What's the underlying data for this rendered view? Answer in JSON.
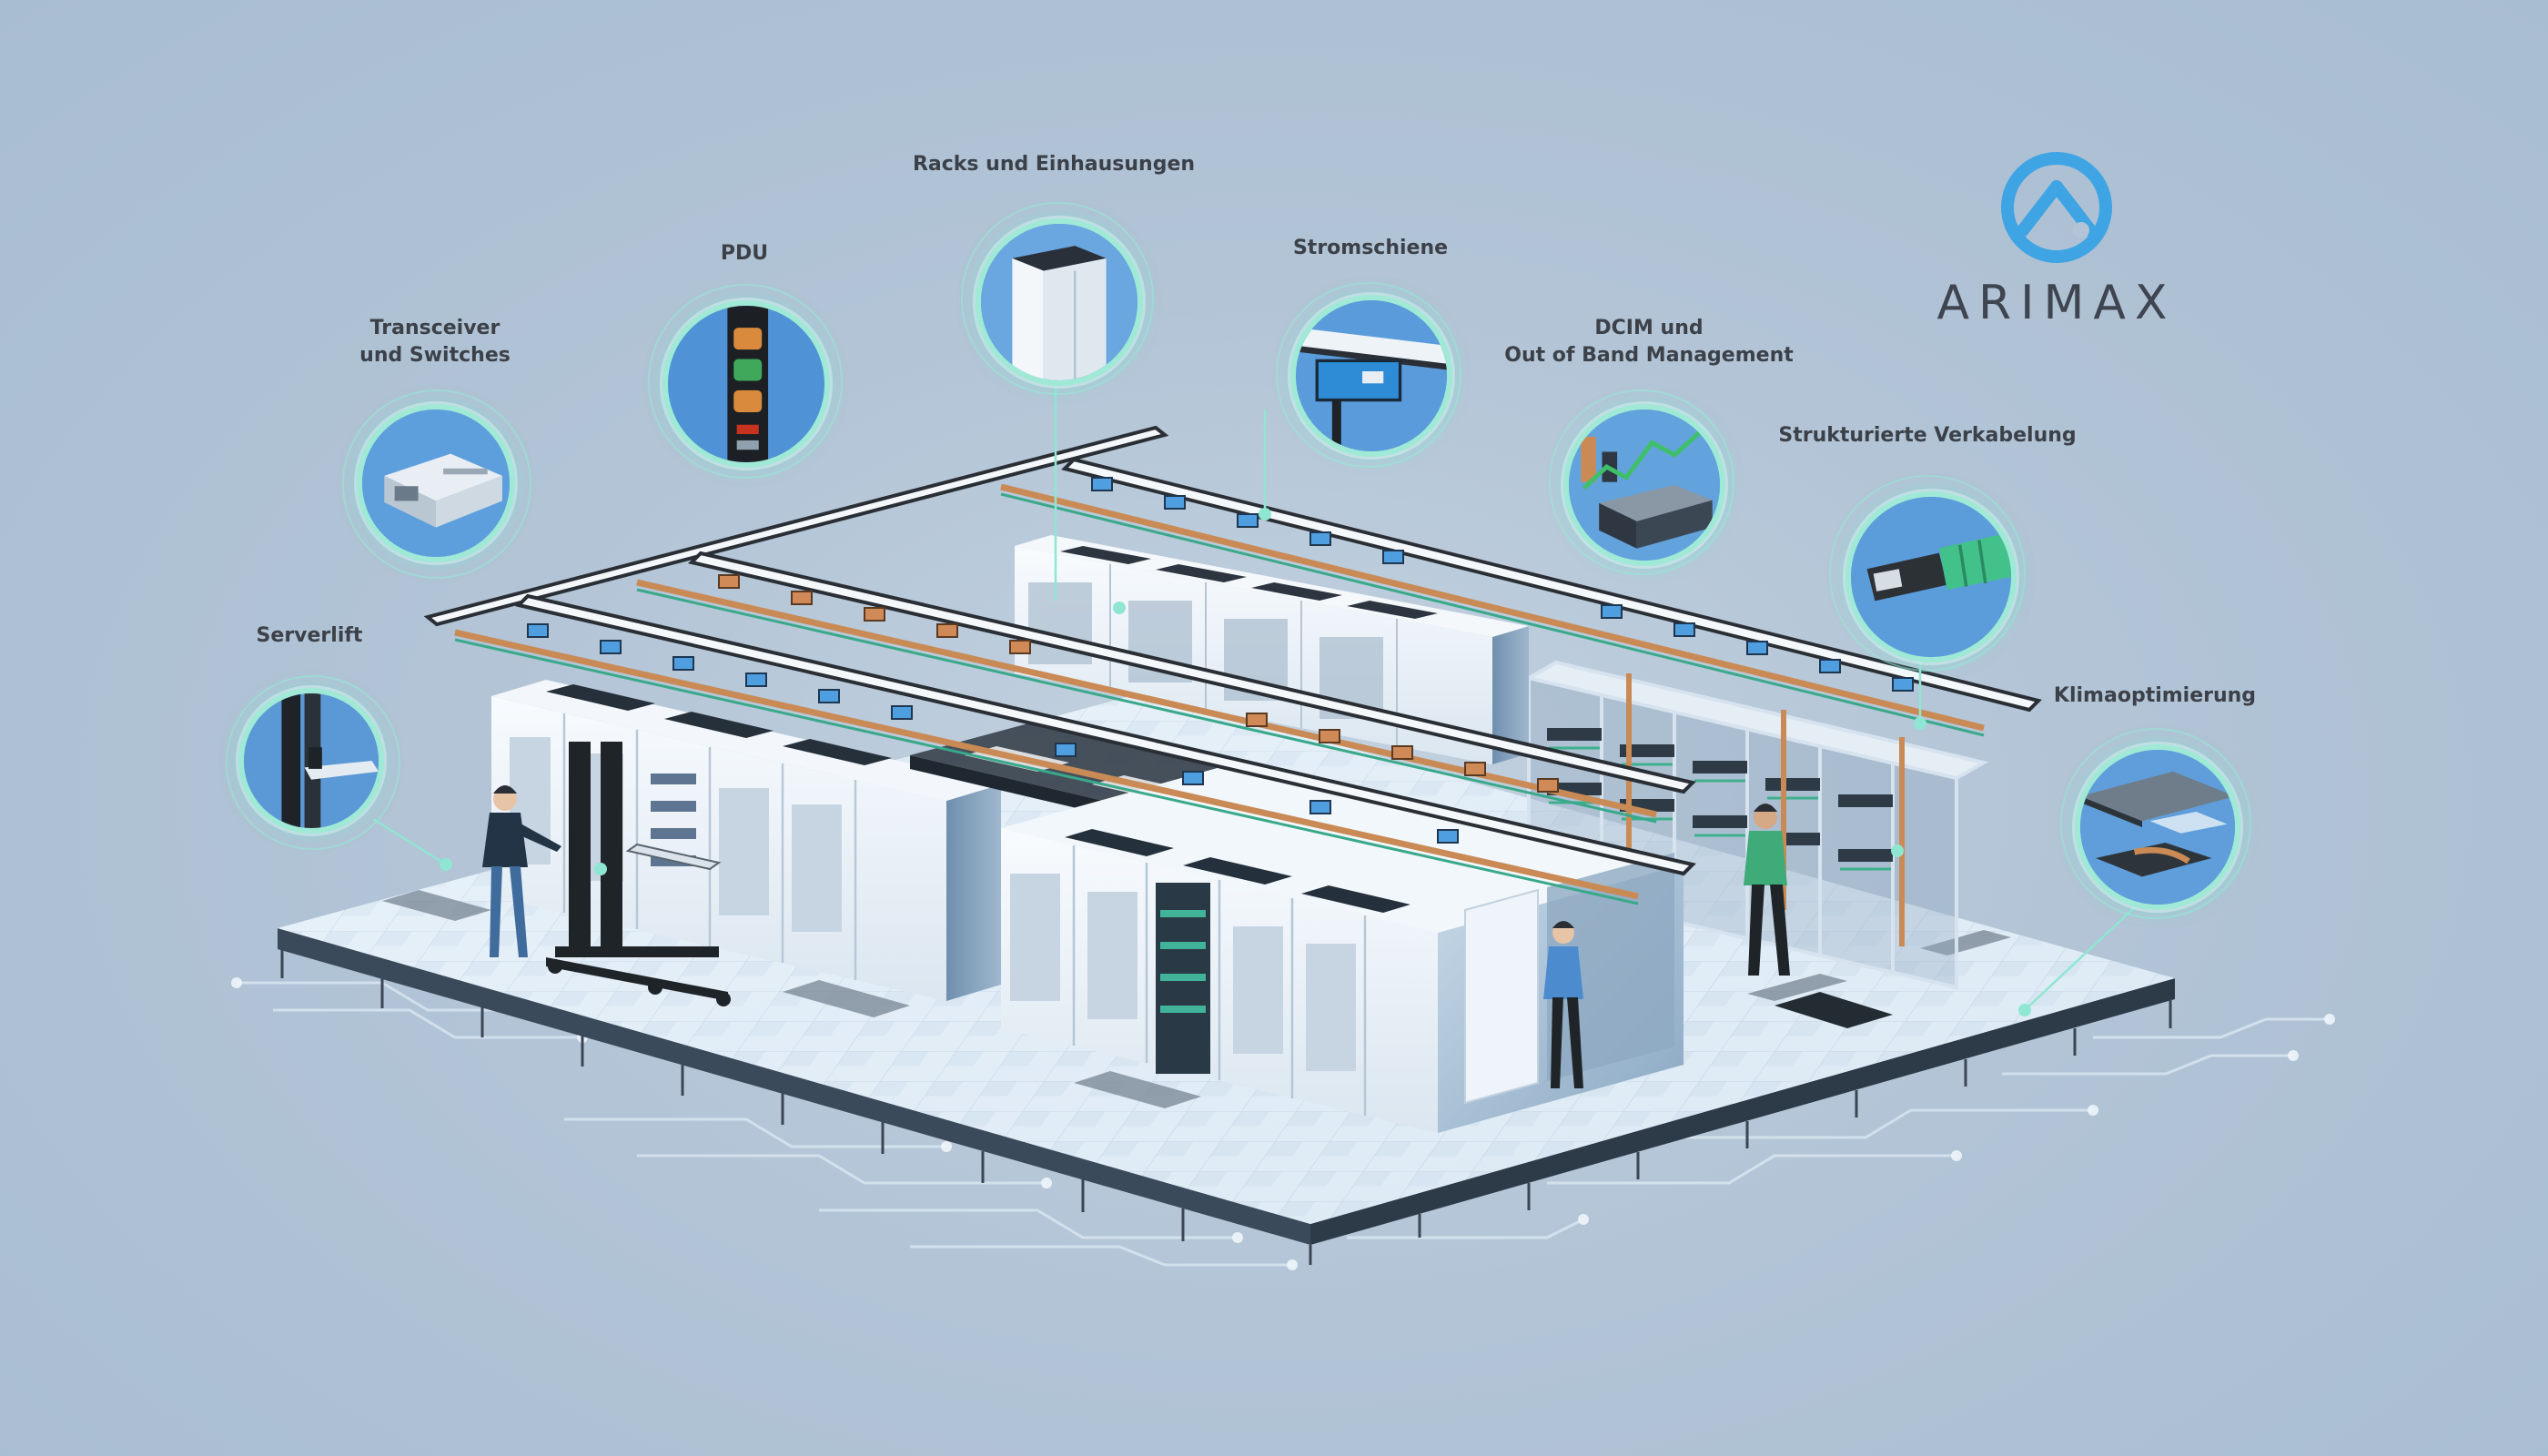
{
  "brand": {
    "name": "ARIMAX",
    "accent_color": "#3fa4e4",
    "text_color": "#3f4550"
  },
  "colors": {
    "background": "#b2c4d6",
    "callout_ring": "#9fe9d6",
    "connector": "#8fe6d2",
    "rack_white": "#eef3f8",
    "copper_tray": "#c98a55",
    "floor_tile": "#e4eef7"
  },
  "callouts": [
    {
      "id": "serverlift",
      "label": "Serverlift",
      "icon": "server-lift-icon"
    },
    {
      "id": "transceiver",
      "label": "Transceiver\nund Switches",
      "icon": "transceiver-icon"
    },
    {
      "id": "pdu",
      "label": "PDU",
      "icon": "pdu-icon"
    },
    {
      "id": "racks",
      "label": "Racks und Einhausungen",
      "icon": "rack-icon"
    },
    {
      "id": "stromschiene",
      "label": "Stromschiene",
      "icon": "busbar-icon"
    },
    {
      "id": "dcim",
      "label": "DCIM und\nOut of Band Management",
      "icon": "dcim-icon"
    },
    {
      "id": "verkabelung",
      "label": "Strukturierte Verkabelung",
      "icon": "cable-connector-icon"
    },
    {
      "id": "klima",
      "label": "Klimaoptimierung",
      "icon": "airflow-icon"
    }
  ]
}
